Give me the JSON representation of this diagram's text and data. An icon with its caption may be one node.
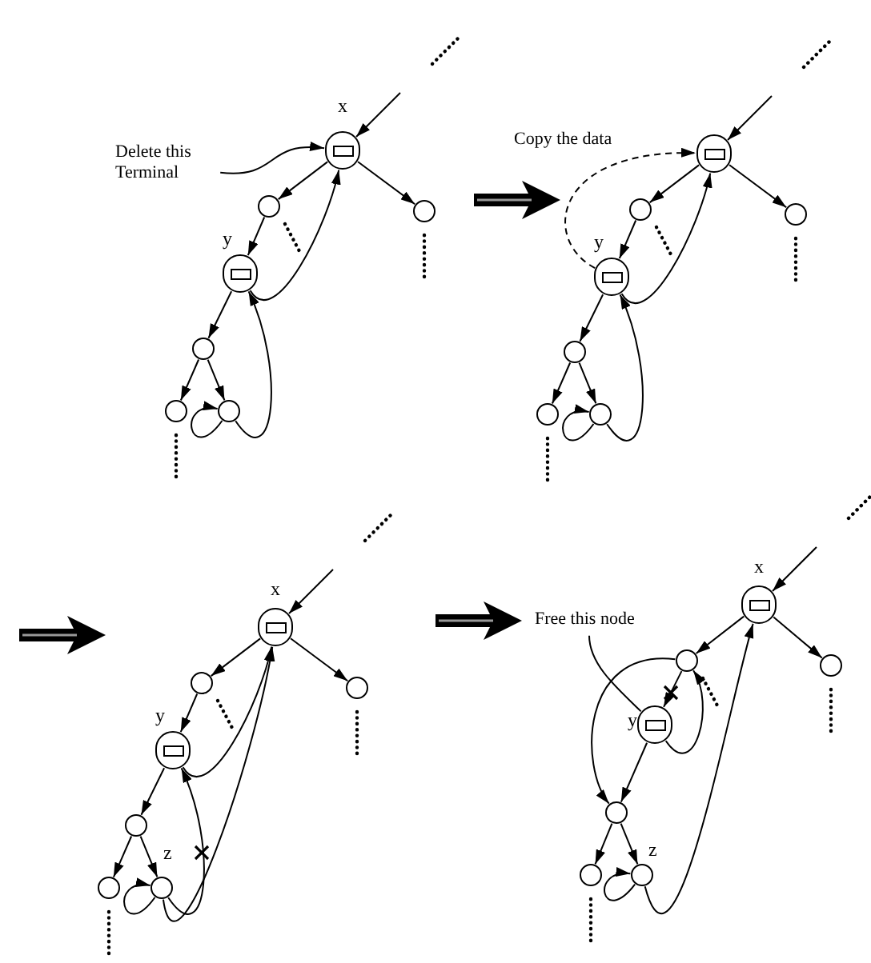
{
  "diagram": {
    "nodes": [
      {
        "text": [],
        "shape": "circle",
        "beside": [
          "x"
        ]
      },
      {
        "text": [],
        "shape": "circle"
      },
      {
        "text": [],
        "shape": "circle"
      },
      {
        "text": [],
        "shape": "circle",
        "beside": [
          "y"
        ]
      },
      {
        "text": [],
        "shape": "circle"
      },
      {
        "text": [],
        "shape": "circle"
      },
      {
        "text": [],
        "shape": "circle"
      },
      {
        "text": [
          "Delete this Terminal"
        ]
      },
      {
        "text": [],
        "shape": "circle"
      },
      {
        "text": [],
        "shape": "circle"
      },
      {
        "text": [],
        "shape": "circle"
      },
      {
        "text": [],
        "shape": "circle",
        "beside": [
          "y"
        ]
      },
      {
        "text": [],
        "shape": "circle"
      },
      {
        "text": [],
        "shape": "circle"
      },
      {
        "text": [],
        "shape": "circle"
      },
      {
        "text": [],
        "shape": "circle",
        "beside": [
          "x"
        ]
      },
      {
        "text": [],
        "shape": "circle"
      },
      {
        "text": [],
        "shape": "circle"
      },
      {
        "text": [],
        "shape": "circle",
        "beside": [
          "y"
        ]
      },
      {
        "text": [],
        "shape": "circle"
      },
      {
        "text": [],
        "shape": "circle"
      },
      {
        "text": [],
        "shape": "circle",
        "beside": [
          "z"
        ]
      },
      {
        "text": [
          "Free this node"
        ]
      },
      {
        "text": [],
        "shape": "circle",
        "beside": [
          "x"
        ]
      },
      {
        "text": [],
        "shape": "circle"
      },
      {
        "text": [],
        "shape": "circle"
      },
      {
        "text": [],
        "shape": "circle",
        "beside": [
          "y"
        ]
      },
      {
        "text": [],
        "shape": "circle"
      },
      {
        "text": [],
        "shape": "circle"
      },
      {
        "text": [],
        "shape": "circle",
        "beside": [
          "z"
        ]
      }
    ],
    "edges": [
      {
        "from": null,
        "to": 0,
        "arrow": "to"
      },
      {
        "from": 0,
        "to": 1,
        "arrow": "to"
      },
      {
        "from": 0,
        "to": 2,
        "arrow": "to"
      },
      {
        "from": 1,
        "to": 3,
        "arrow": "to"
      },
      {
        "from": 3,
        "to": 4,
        "arrow": "to"
      },
      {
        "from": 4,
        "to": 5,
        "arrow": "to"
      },
      {
        "from": 4,
        "to": 6,
        "arrow": "to"
      },
      {
        "from": 3,
        "to": 0,
        "arrow": "to"
      },
      {
        "from": 6,
        "to": 3,
        "arrow": "to"
      },
      {
        "from": 6,
        "to": 6,
        "arrow": "to"
      },
      {
        "from": 7,
        "to": 0,
        "arrow": "to"
      },
      {
        "from": null,
        "to": 8,
        "arrow": "to"
      },
      {
        "from": 8,
        "to": 9,
        "arrow": "to"
      },
      {
        "from": 8,
        "to": 10,
        "arrow": "to"
      },
      {
        "from": 9,
        "to": 11,
        "arrow": "to"
      },
      {
        "from": 11,
        "to": 12,
        "arrow": "to"
      },
      {
        "from": 12,
        "to": 13,
        "arrow": "to"
      },
      {
        "from": 12,
        "to": 14,
        "arrow": "to"
      },
      {
        "from": 11,
        "to": 8,
        "arrow": "to"
      },
      {
        "from": 14,
        "to": 11,
        "arrow": "to"
      },
      {
        "from": 14,
        "to": 14,
        "arrow": "to"
      },
      {
        "from": 11,
        "to": 8,
        "arrow": "to",
        "label": "Copy the data",
        "style": "dashed"
      },
      {
        "from": null,
        "to": 15,
        "arrow": "to"
      },
      {
        "from": 15,
        "to": 16,
        "arrow": "to"
      },
      {
        "from": 15,
        "to": 17,
        "arrow": "to"
      },
      {
        "from": 16,
        "to": 18,
        "arrow": "to"
      },
      {
        "from": 18,
        "to": 19,
        "arrow": "to"
      },
      {
        "from": 19,
        "to": 20,
        "arrow": "to"
      },
      {
        "from": 19,
        "to": 21,
        "arrow": "to"
      },
      {
        "from": 18,
        "to": 15,
        "arrow": "to"
      },
      {
        "from": 21,
        "to": 18,
        "arrow": "to"
      },
      {
        "from": 21,
        "to": 15,
        "arrow": "to"
      },
      {
        "from": 21,
        "to": 21,
        "arrow": "to"
      },
      {
        "from": null,
        "to": 23,
        "arrow": "to"
      },
      {
        "from": 23,
        "to": 24,
        "arrow": "to"
      },
      {
        "from": 23,
        "to": 25,
        "arrow": "to"
      },
      {
        "from": 24,
        "to": 26,
        "arrow": "to"
      },
      {
        "from": 26,
        "to": 27,
        "arrow": "to"
      },
      {
        "from": 27,
        "to": 28,
        "arrow": "to"
      },
      {
        "from": 27,
        "to": 29,
        "arrow": "to"
      },
      {
        "from": 29,
        "to": 29,
        "arrow": "to"
      },
      {
        "from": 29,
        "to": 23,
        "arrow": "to"
      },
      {
        "from": 26,
        "to": 24,
        "arrow": "to"
      },
      {
        "from": 24,
        "to": 27,
        "arrow": "to"
      },
      {
        "from": 22,
        "to": 26,
        "arrow": "none"
      }
    ]
  }
}
